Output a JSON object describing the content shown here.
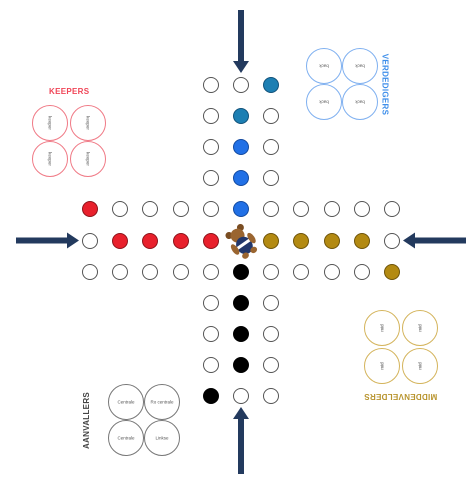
{
  "board": {
    "colors": {
      "red": "#e8202c",
      "gold": "#b38a12",
      "blue": "#2170e6",
      "teal": "#1d7fb3",
      "black": "#000000",
      "empty": "#ffffff",
      "arrow": "#233a5e"
    },
    "center_icon": "teddy-bear-icon",
    "arrow_icon": "entry-arrow-icon"
  },
  "teams": {
    "keepers": {
      "title": "KEEPERS",
      "color": "#f04557",
      "positions": [
        "keeper",
        "keeper",
        "keeper",
        "keeper"
      ]
    },
    "verdedigers": {
      "title": "VERDEDIGERS",
      "color": "#3d8eea",
      "positions": [
        "back",
        "back",
        "back",
        "back"
      ]
    },
    "middenvelders": {
      "title": "MIDDENVELDERS",
      "color": "#b8942e",
      "positions": [
        "mid",
        "mid",
        "mid",
        "mid"
      ]
    },
    "aanvallers": {
      "title": "AANVALLERS",
      "color": "#444444",
      "positions": [
        "Centrale",
        "Ro centrale",
        "Centrale",
        "Linkse"
      ]
    }
  }
}
